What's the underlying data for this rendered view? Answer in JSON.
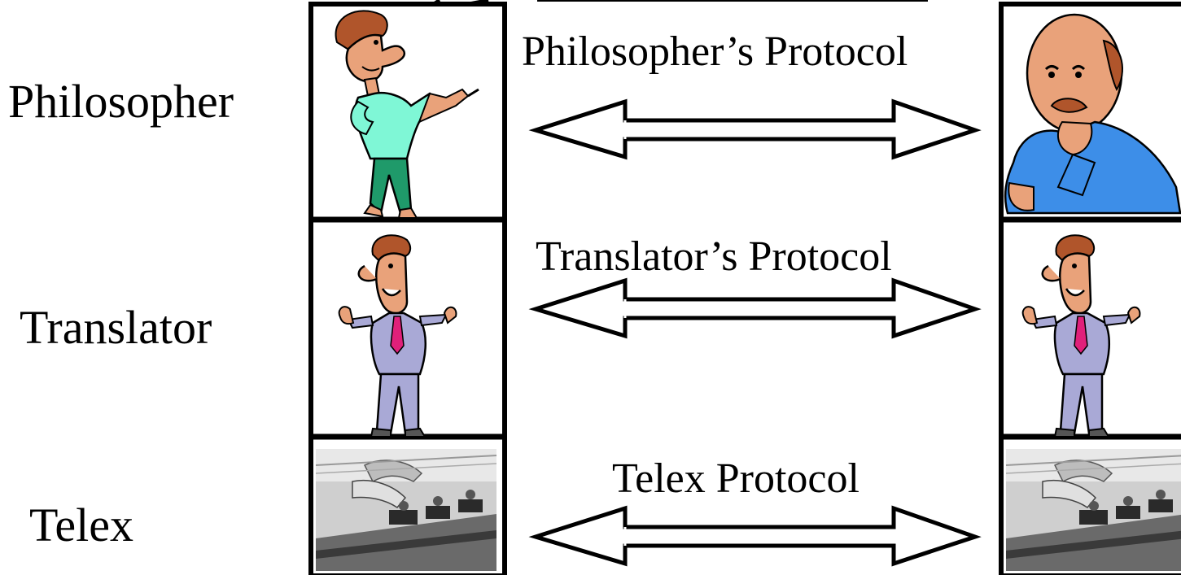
{
  "layers": [
    {
      "id": "philosopher",
      "label": "Philosopher",
      "protocol": "Philosopher’s Protocol"
    },
    {
      "id": "translator",
      "label": "Translator",
      "protocol": "Translator’s Protocol"
    },
    {
      "id": "telex",
      "label": "Telex",
      "protocol": "Telex Protocol"
    }
  ],
  "icons": {
    "left_top": "philosopher-pointing-icon",
    "right_top": "thinking-man-icon",
    "translator": "translator-shrugging-icon",
    "telex": "telex-machine-photo"
  },
  "colors": {
    "line": "#000000",
    "skin": "#e9a27a",
    "hair": "#b0552b",
    "philosopher_shirt": "#7ff7d6",
    "philosopher_pants": "#1f9a6a",
    "thinker_shirt": "#3d8ee8",
    "suit": "#a9a9d6",
    "tie": "#e0207a",
    "telex_bg": "#cfcfcf"
  }
}
